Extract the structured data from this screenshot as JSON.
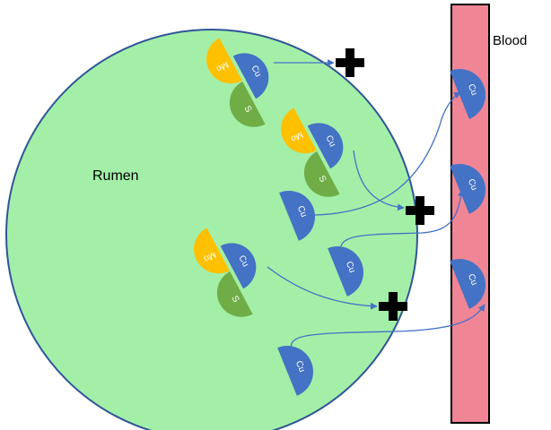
{
  "labels": {
    "rumen": "Rumen",
    "blood": "Blood"
  },
  "molecules": {
    "cu": "Cu",
    "mo": "Mo",
    "s": "S"
  },
  "colors": {
    "rumen": "#a3ef a8",
    "blood": "#f08596",
    "cu": "#4472c4",
    "mo": "#ffc000",
    "s": "#70ad47",
    "arrow": "#4472c4"
  }
}
